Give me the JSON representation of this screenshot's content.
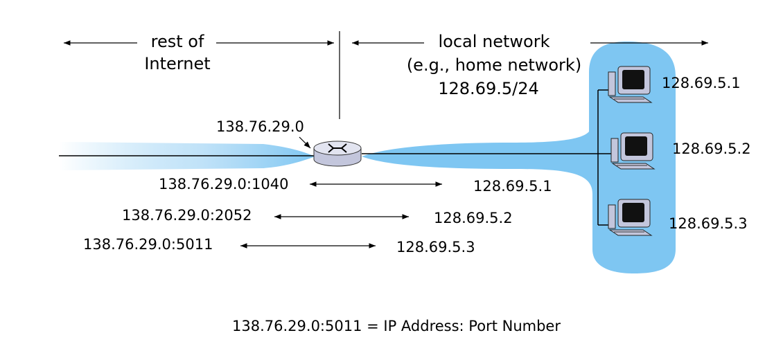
{
  "header": {
    "rest_line1": "rest of",
    "rest_line2": "Internet",
    "local_line1": "local network",
    "local_line2": "(e.g., home network)",
    "local_line3": "128.69.5/24"
  },
  "router": {
    "ip": "138.76.29.0"
  },
  "hosts": [
    {
      "ip": "128.69.5.1"
    },
    {
      "ip": "128.69.5.2"
    },
    {
      "ip": "128.69.5.3"
    }
  ],
  "mappings": [
    {
      "external": "138.76.29.0:1040",
      "internal": "128.69.5.1"
    },
    {
      "external": "138.76.29.0:2052",
      "internal": "128.69.5.2"
    },
    {
      "external": "138.76.29.0:5011",
      "internal": "128.69.5.3"
    }
  ],
  "caption": "138.76.29.0:5011 = IP Address: Port Number",
  "colors": {
    "cloud": "#7ec6f2",
    "router_body": "#c3c6dc",
    "router_top": "#e2e4f0"
  },
  "icons": {
    "router": "router-icon",
    "computer": "computer-icon"
  }
}
